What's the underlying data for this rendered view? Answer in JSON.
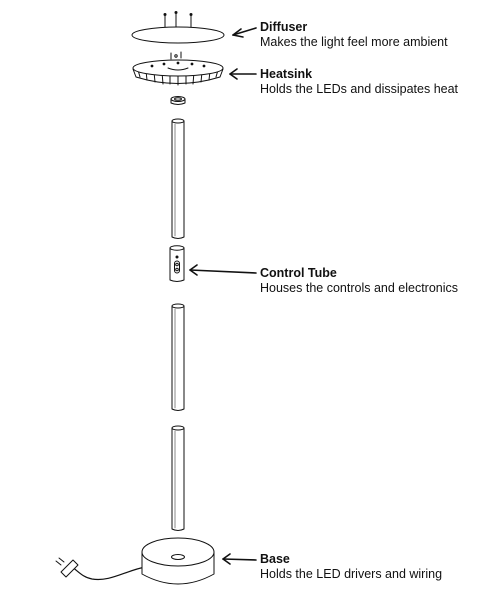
{
  "callouts": {
    "diffuser": {
      "title": "Diffuser",
      "description": "Makes the light feel more ambient"
    },
    "heatsink": {
      "title": "Heatsink",
      "description": "Holds the LEDs and dissipates heat"
    },
    "control_tube": {
      "title": "Control Tube",
      "description": "Houses the controls and electronics"
    },
    "base": {
      "title": "Base",
      "description": "Holds the LED drivers and wiring"
    }
  },
  "colors": {
    "stroke": "#111111",
    "fill": "#ffffff"
  }
}
